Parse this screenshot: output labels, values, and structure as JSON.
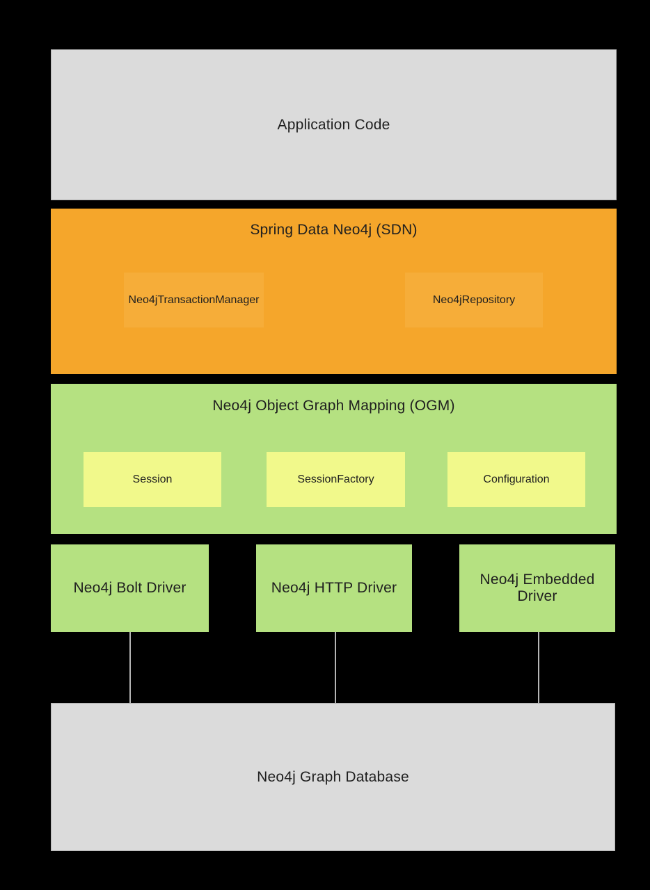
{
  "colors": {
    "background": "#000000",
    "gray_box": "#dbdbdb",
    "gray_border": "#b3b3b3",
    "orange": "#f5a62b",
    "orange_inner": "#f6ad39",
    "green": "#b5e181",
    "yellow": "#f1f98b",
    "text": "#1f1f1f",
    "connector": "#b5b5b5"
  },
  "app_box": {
    "label": "Application Code"
  },
  "sdn": {
    "title": "Spring Data Neo4j (SDN)",
    "items": [
      {
        "label": "Neo4jTransactionManager"
      },
      {
        "label": "Neo4jRepository"
      }
    ]
  },
  "ogm": {
    "title": "Neo4j Object Graph Mapping (OGM)",
    "items": [
      {
        "label": "Session"
      },
      {
        "label": "SessionFactory"
      },
      {
        "label": "Configuration"
      }
    ]
  },
  "drivers": {
    "items": [
      {
        "label": "Neo4j Bolt Driver"
      },
      {
        "label": "Neo4j HTTP Driver"
      },
      {
        "label": "Neo4j Embedded Driver"
      }
    ]
  },
  "database": {
    "label": "Neo4j Graph Database"
  }
}
